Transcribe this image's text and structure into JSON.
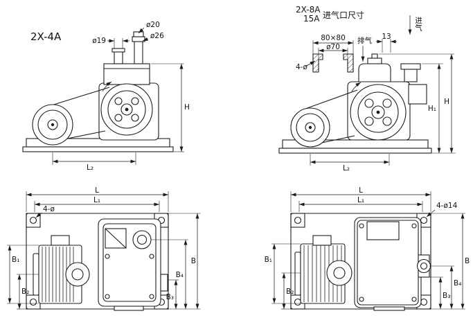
{
  "colors": {
    "ink": "#1c1c1c",
    "background": "#ffffff"
  },
  "views": {
    "a": {
      "title": "2X-4A",
      "dim_d19": "ø19",
      "dim_d20": "ø20",
      "dim_d26": "ø26",
      "dim_H": "H",
      "dim_L2": "L₂"
    },
    "b": {
      "title_line1": "2X-8A",
      "title_line2": "15A",
      "title_suffix": "进气口尺寸",
      "dim_flange": "80×80",
      "dim_d70": "ø70",
      "dim_4holes": "4-ø",
      "label_exhaust": "排气",
      "dim_13": "13",
      "label_intake": "进气",
      "dim_H1": "H₁",
      "dim_H": "H",
      "dim_L2": "L₂"
    },
    "c": {
      "dim_L": "L",
      "dim_L1": "L₁",
      "dim_4holes": "4-ø",
      "dim_B1": "B₁",
      "dim_B2": "B₂",
      "dim_B3": "B₃",
      "dim_B4": "B₄",
      "dim_B": "B"
    },
    "d": {
      "dim_L": "L",
      "dim_L1": "L₁",
      "dim_4holes": "4-ø14",
      "dim_B1": "B₁",
      "dim_B2": "B₂",
      "dim_B3": "B₃",
      "dim_B4": "B₄",
      "dim_B": "B"
    }
  }
}
